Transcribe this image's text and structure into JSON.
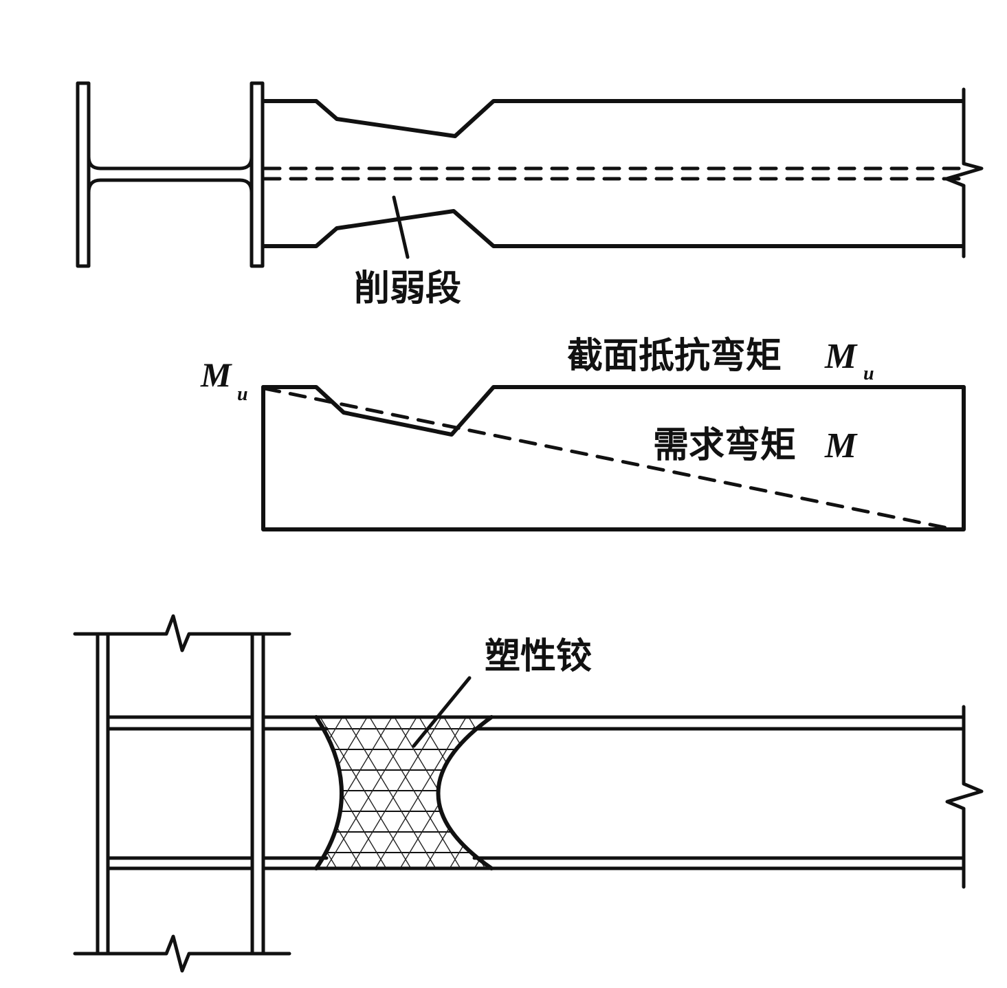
{
  "diagram": {
    "type": "structural-engineering",
    "subject": "Reduced beam section (dog-bone) steel moment connection",
    "panels": [
      {
        "id": "plan-view",
        "description": "Plan view of H-column with beam having reduced (cut) flange section",
        "labels": {
          "reduced_section": "削弱段"
        }
      },
      {
        "id": "moment-diagram",
        "description": "Section resisting moment vs. demand moment along beam",
        "labels": {
          "mu_axis_main": "M",
          "mu_axis_sub": "u",
          "resisting_moment_text": "截面抵抗弯矩",
          "resisting_moment_sym": "M",
          "resisting_moment_sub": "u",
          "demand_moment_text": "需求弯矩",
          "demand_moment_sym": "M"
        },
        "legend": {
          "resisting_moment_line": "solid",
          "demand_moment_line": "dashed"
        }
      },
      {
        "id": "elevation-view",
        "description": "Elevation of column-beam joint showing plastic hinge in reduced section",
        "labels": {
          "plastic_hinge": "塑性铰"
        }
      }
    ],
    "colors": {
      "line": "#111111",
      "background": "#ffffff"
    }
  }
}
